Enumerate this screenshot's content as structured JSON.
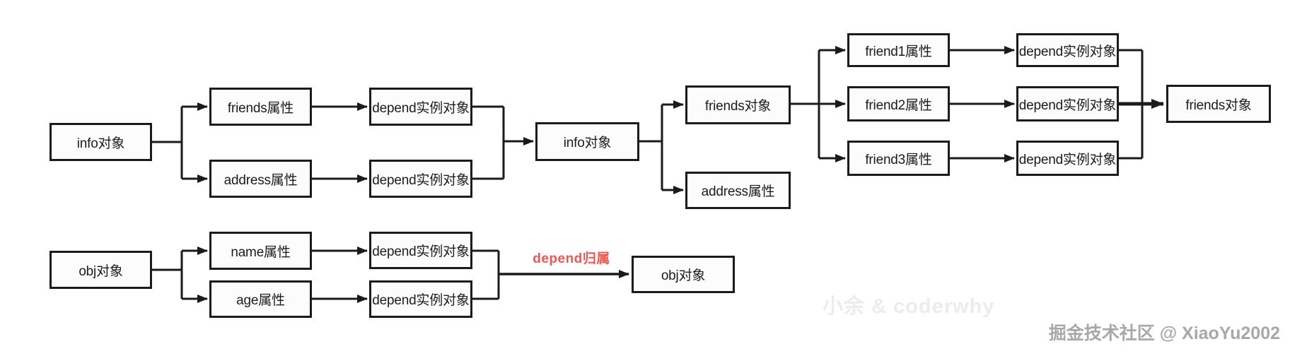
{
  "colors": {
    "line": "#1b1b1b",
    "box_fill": "#fcfcfc",
    "arrow_label_red": "#f2564e",
    "watermark_light": "#ececec",
    "watermark_gray": "#a8a8a8"
  },
  "top_flow": {
    "info1": "info对象",
    "friends_attr": "friends属性",
    "depend_inst_1": "depend实例对象",
    "address_attr": "address属性",
    "depend_inst_2": "depend实例对象",
    "info2": "info对象",
    "friends_obj": "friends对象",
    "address_attr_2": "address属性",
    "friend1_attr": "friend1属性",
    "friend2_attr": "friend2属性",
    "friend3_attr": "friend3属性",
    "depend_inst_3": "depend实例对象",
    "depend_inst_4": "depend实例对象",
    "depend_inst_5": "depend实例对象",
    "friends_obj_2": "friends对象"
  },
  "bottom_flow": {
    "obj1": "obj对象",
    "name_attr": "name属性",
    "age_attr": "age属性",
    "depend_inst_1": "depend实例对象",
    "depend_inst_2": "depend实例对象",
    "arrow_label": "depend归属",
    "obj2": "obj对象"
  },
  "watermarks": {
    "center": "小余 & coderwhy",
    "bottom_right": "掘金技术社区 @ XiaoYu2002"
  }
}
